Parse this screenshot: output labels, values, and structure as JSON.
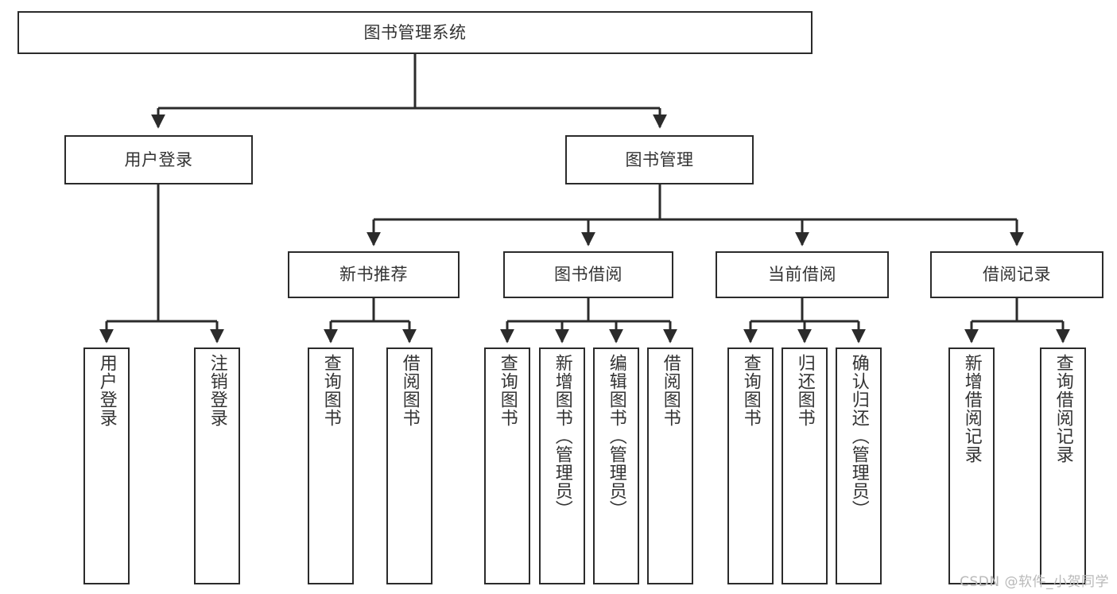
{
  "diagram": {
    "type": "tree-hierarchy-chart",
    "title": "图书管理系统",
    "watermark": "CSDN @软件_小贺同学",
    "colors": {
      "box_border": "#2b2b2b",
      "box_fill": "#ffffff",
      "connector": "#2b2b2b",
      "text": "#333333",
      "watermark": "#b9b9b9",
      "page_background": "#ffffff"
    },
    "root": {
      "label": "图书管理系统"
    },
    "level1": [
      {
        "label": "用户登录"
      },
      {
        "label": "图书管理"
      }
    ],
    "level2": [
      {
        "label": "新书推荐"
      },
      {
        "label": "图书借阅"
      },
      {
        "label": "当前借阅"
      },
      {
        "label": "借阅记录"
      }
    ],
    "leaves": {
      "user_login": [
        {
          "label": "用户登录"
        },
        {
          "label": "注销登录"
        }
      ],
      "new_book_recommend": [
        {
          "label": "查询图书"
        },
        {
          "label": "借阅图书"
        }
      ],
      "book_borrow": [
        {
          "label": "查询图书"
        },
        {
          "label": "新增图书（管理员）"
        },
        {
          "label": "编辑图书（管理员）"
        },
        {
          "label": "借阅图书"
        }
      ],
      "current_borrow": [
        {
          "label": "查询图书"
        },
        {
          "label": "归还图书"
        },
        {
          "label": "确认归还（管理员）"
        }
      ],
      "borrow_record": [
        {
          "label": "新增借阅记录"
        },
        {
          "label": "查询借阅记录"
        }
      ]
    }
  }
}
